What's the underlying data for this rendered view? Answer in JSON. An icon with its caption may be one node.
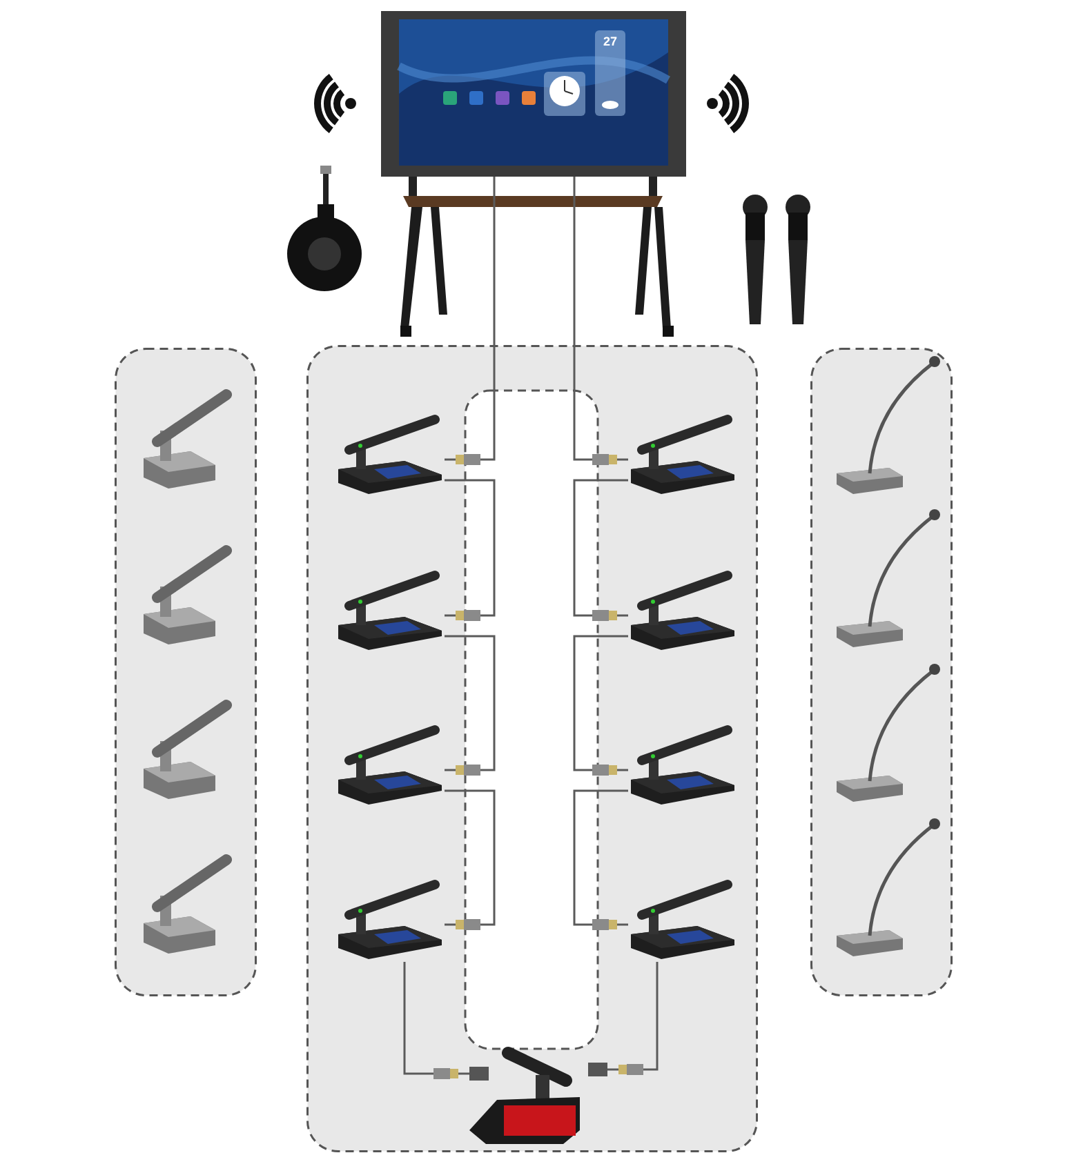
{
  "diagram": {
    "nodes": [
      {
        "text": [],
        "shape": "picture"
      },
      {
        "text": [],
        "shape": "picture"
      },
      {
        "text": [],
        "shape": "picture"
      },
      {
        "text": [],
        "shape": "picture"
      },
      {
        "text": [],
        "shape": "box"
      },
      {
        "text": [],
        "shape": "box"
      },
      {
        "text": [],
        "shape": "box"
      },
      {
        "text": [],
        "shape": "picture",
        "in": 4
      },
      {
        "text": [],
        "shape": "picture",
        "in": 4
      },
      {
        "text": [],
        "shape": "picture",
        "in": 4
      },
      {
        "text": [],
        "shape": "picture",
        "in": 4
      },
      {
        "text": [],
        "shape": "picture",
        "in": 5
      },
      {
        "text": [],
        "shape": "picture",
        "in": 5
      },
      {
        "text": [],
        "shape": "picture",
        "in": 5
      },
      {
        "text": [],
        "shape": "picture",
        "in": 5
      },
      {
        "text": [],
        "shape": "picture",
        "in": 5
      },
      {
        "text": [],
        "shape": "picture",
        "in": 5
      },
      {
        "text": [],
        "shape": "picture",
        "in": 5
      },
      {
        "text": [],
        "shape": "picture",
        "in": 5
      },
      {
        "text": [],
        "shape": "picture",
        "in": 5
      },
      {
        "text": [],
        "shape": "picture",
        "in": 6
      },
      {
        "text": [],
        "shape": "picture",
        "in": 6
      },
      {
        "text": [],
        "shape": "picture",
        "in": 6
      },
      {
        "text": [],
        "shape": "picture",
        "in": 6
      }
    ],
    "edges": [
      {
        "from": 0,
        "to": 11,
        "arrow": "none"
      },
      {
        "from": 11,
        "to": 12,
        "arrow": "none"
      },
      {
        "from": 12,
        "to": 13,
        "arrow": "none"
      },
      {
        "from": 13,
        "to": 14,
        "arrow": "none"
      },
      {
        "from": 14,
        "to": 19,
        "arrow": "none"
      },
      {
        "from": 0,
        "to": 15,
        "arrow": "none"
      },
      {
        "from": 15,
        "to": 16,
        "arrow": "none"
      },
      {
        "from": 16,
        "to": 17,
        "arrow": "none"
      },
      {
        "from": 17,
        "to": 18,
        "arrow": "none"
      },
      {
        "from": 18,
        "to": 19,
        "arrow": "none"
      }
    ],
    "labels": [
      "27"
    ]
  }
}
